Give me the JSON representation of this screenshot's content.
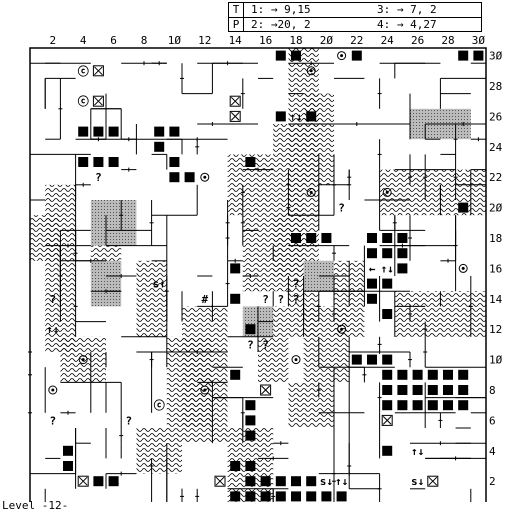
{
  "panel": {
    "labels": [
      "T",
      "P"
    ],
    "slots": [
      "1: → 9,15",
      "2: →20, 2",
      "3: → 7, 2",
      "4: → 4,27"
    ]
  },
  "board": {
    "columns": 30,
    "rows": 30,
    "x_tick_labels": [
      "2",
      "4",
      "6",
      "8",
      "1Ø",
      "12",
      "14",
      "16",
      "18",
      "2Ø",
      "22",
      "24",
      "26",
      "28",
      "3Ø"
    ],
    "y_tick_labels": [
      "3Ø",
      "28",
      "26",
      "24",
      "22",
      "2Ø",
      "18",
      "16",
      "14",
      "12",
      "1Ø",
      "8",
      "6",
      "4",
      "2"
    ],
    "markers": [
      {
        "glyph": "?",
        "col": 16,
        "row": 14
      },
      {
        "glyph": "?",
        "col": 17,
        "row": 14
      },
      {
        "glyph": "?",
        "col": 18,
        "row": 14
      },
      {
        "glyph": "?",
        "col": 15,
        "row": 11
      },
      {
        "glyph": "?",
        "col": 16,
        "row": 11
      },
      {
        "glyph": "?",
        "col": 18,
        "row": 15
      },
      {
        "glyph": "?",
        "col": 5,
        "row": 22
      },
      {
        "glyph": "?",
        "col": 2,
        "row": 14
      },
      {
        "glyph": "?",
        "col": 2,
        "row": 6
      },
      {
        "glyph": "?",
        "col": 7,
        "row": 6
      },
      {
        "glyph": "?",
        "col": 21,
        "row": 20
      },
      {
        "glyph": "#",
        "col": 12,
        "row": 14
      },
      {
        "glyph": "ⓒ",
        "col": 4,
        "row": 29
      },
      {
        "glyph": "ⓒ",
        "col": 4,
        "row": 27
      },
      {
        "glyph": "ⓒ",
        "col": 9,
        "row": 7
      },
      {
        "glyph": "s↑",
        "col": 9,
        "row": 15
      },
      {
        "glyph": "↑↓",
        "col": 2,
        "row": 12
      },
      {
        "glyph": "↑↓",
        "col": 18,
        "row": 26
      },
      {
        "glyph": "↑↓",
        "col": 26,
        "row": 4
      },
      {
        "glyph": "↑↓",
        "col": 6,
        "row": 2
      },
      {
        "glyph": "↑↓",
        "col": 21,
        "row": 2
      },
      {
        "glyph": "s↓",
        "col": 20,
        "row": 2
      },
      {
        "glyph": "s↓",
        "col": 26,
        "row": 2
      },
      {
        "glyph": "←",
        "col": 23,
        "row": 16
      },
      {
        "glyph": "↑↓",
        "col": 24,
        "row": 16
      }
    ]
  },
  "status": {
    "level": "Level -12-"
  }
}
